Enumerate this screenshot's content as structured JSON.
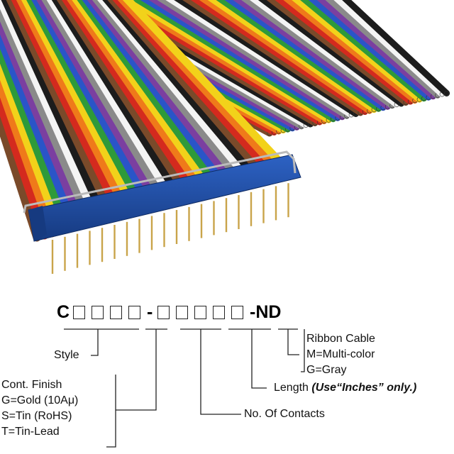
{
  "part_number": {
    "prefix": "C",
    "separator": "-",
    "suffix": "-ND",
    "group1_boxes": 4,
    "group2_boxes": 5
  },
  "legend": {
    "style": "Style",
    "finish": {
      "title": "Cont. Finish",
      "options": [
        "G=Gold (10Aμ)",
        "S=Tin (RoHS)",
        "T=Tin-Lead"
      ]
    },
    "contacts": "No. Of Contacts",
    "length": "Length",
    "length_note": "(Use“Inches” only.)",
    "cable": {
      "title": "Ribbon Cable",
      "options": [
        "M=Multi-color",
        "G=Gray"
      ]
    }
  },
  "colors": {
    "wire_palette": [
      "#7a4a2a",
      "#d42a1e",
      "#ef7a1a",
      "#f2d21a",
      "#2e9a3a",
      "#2a55c8",
      "#7b3fa0",
      "#8a8a8a",
      "#f4f4f4",
      "#1c1c1c"
    ],
    "connector": "#1d4aa0",
    "pin": "#c9a44a"
  }
}
